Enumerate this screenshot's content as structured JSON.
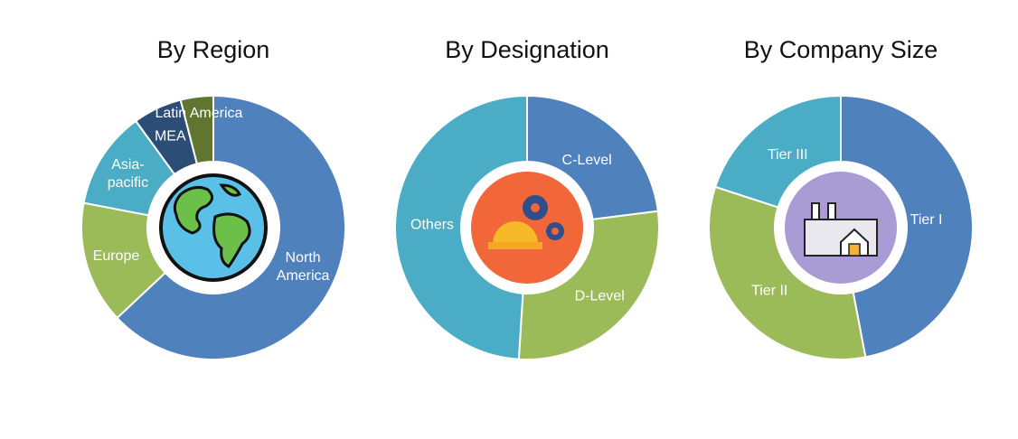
{
  "chart_data": [
    {
      "type": "pie",
      "title": "By Region",
      "icon": "globe-icon",
      "categories": [
        "North America",
        "Europe",
        "Asia-pacific",
        "MEA",
        "Latin America"
      ],
      "labels": [
        "North\nAmerica",
        "Europe",
        "Asia-\npacific",
        "MEA",
        "Latin America"
      ],
      "values": [
        63,
        15,
        12,
        6,
        4
      ],
      "colors": [
        "#4F81BD",
        "#9BBB59",
        "#4BACC6",
        "#2C4D75",
        "#5F7530"
      ]
    },
    {
      "type": "pie",
      "title": "By Designation",
      "icon": "engineer-helmet-gears-icon",
      "categories": [
        "C-Level",
        "D-Level",
        "Others"
      ],
      "labels": [
        "C-Level",
        "D-Level",
        "Others"
      ],
      "values": [
        23,
        28,
        49
      ],
      "colors": [
        "#4F81BD",
        "#9BBB59",
        "#4BACC6"
      ]
    },
    {
      "type": "pie",
      "title": "By Company Size",
      "icon": "factory-icon",
      "categories": [
        "Tier I",
        "Tier II",
        "Tier III"
      ],
      "labels": [
        "Tier I",
        "Tier II",
        "Tier III"
      ],
      "values": [
        47,
        33,
        20
      ],
      "colors": [
        "#4F81BD",
        "#9BBB59",
        "#4BACC6"
      ]
    }
  ]
}
